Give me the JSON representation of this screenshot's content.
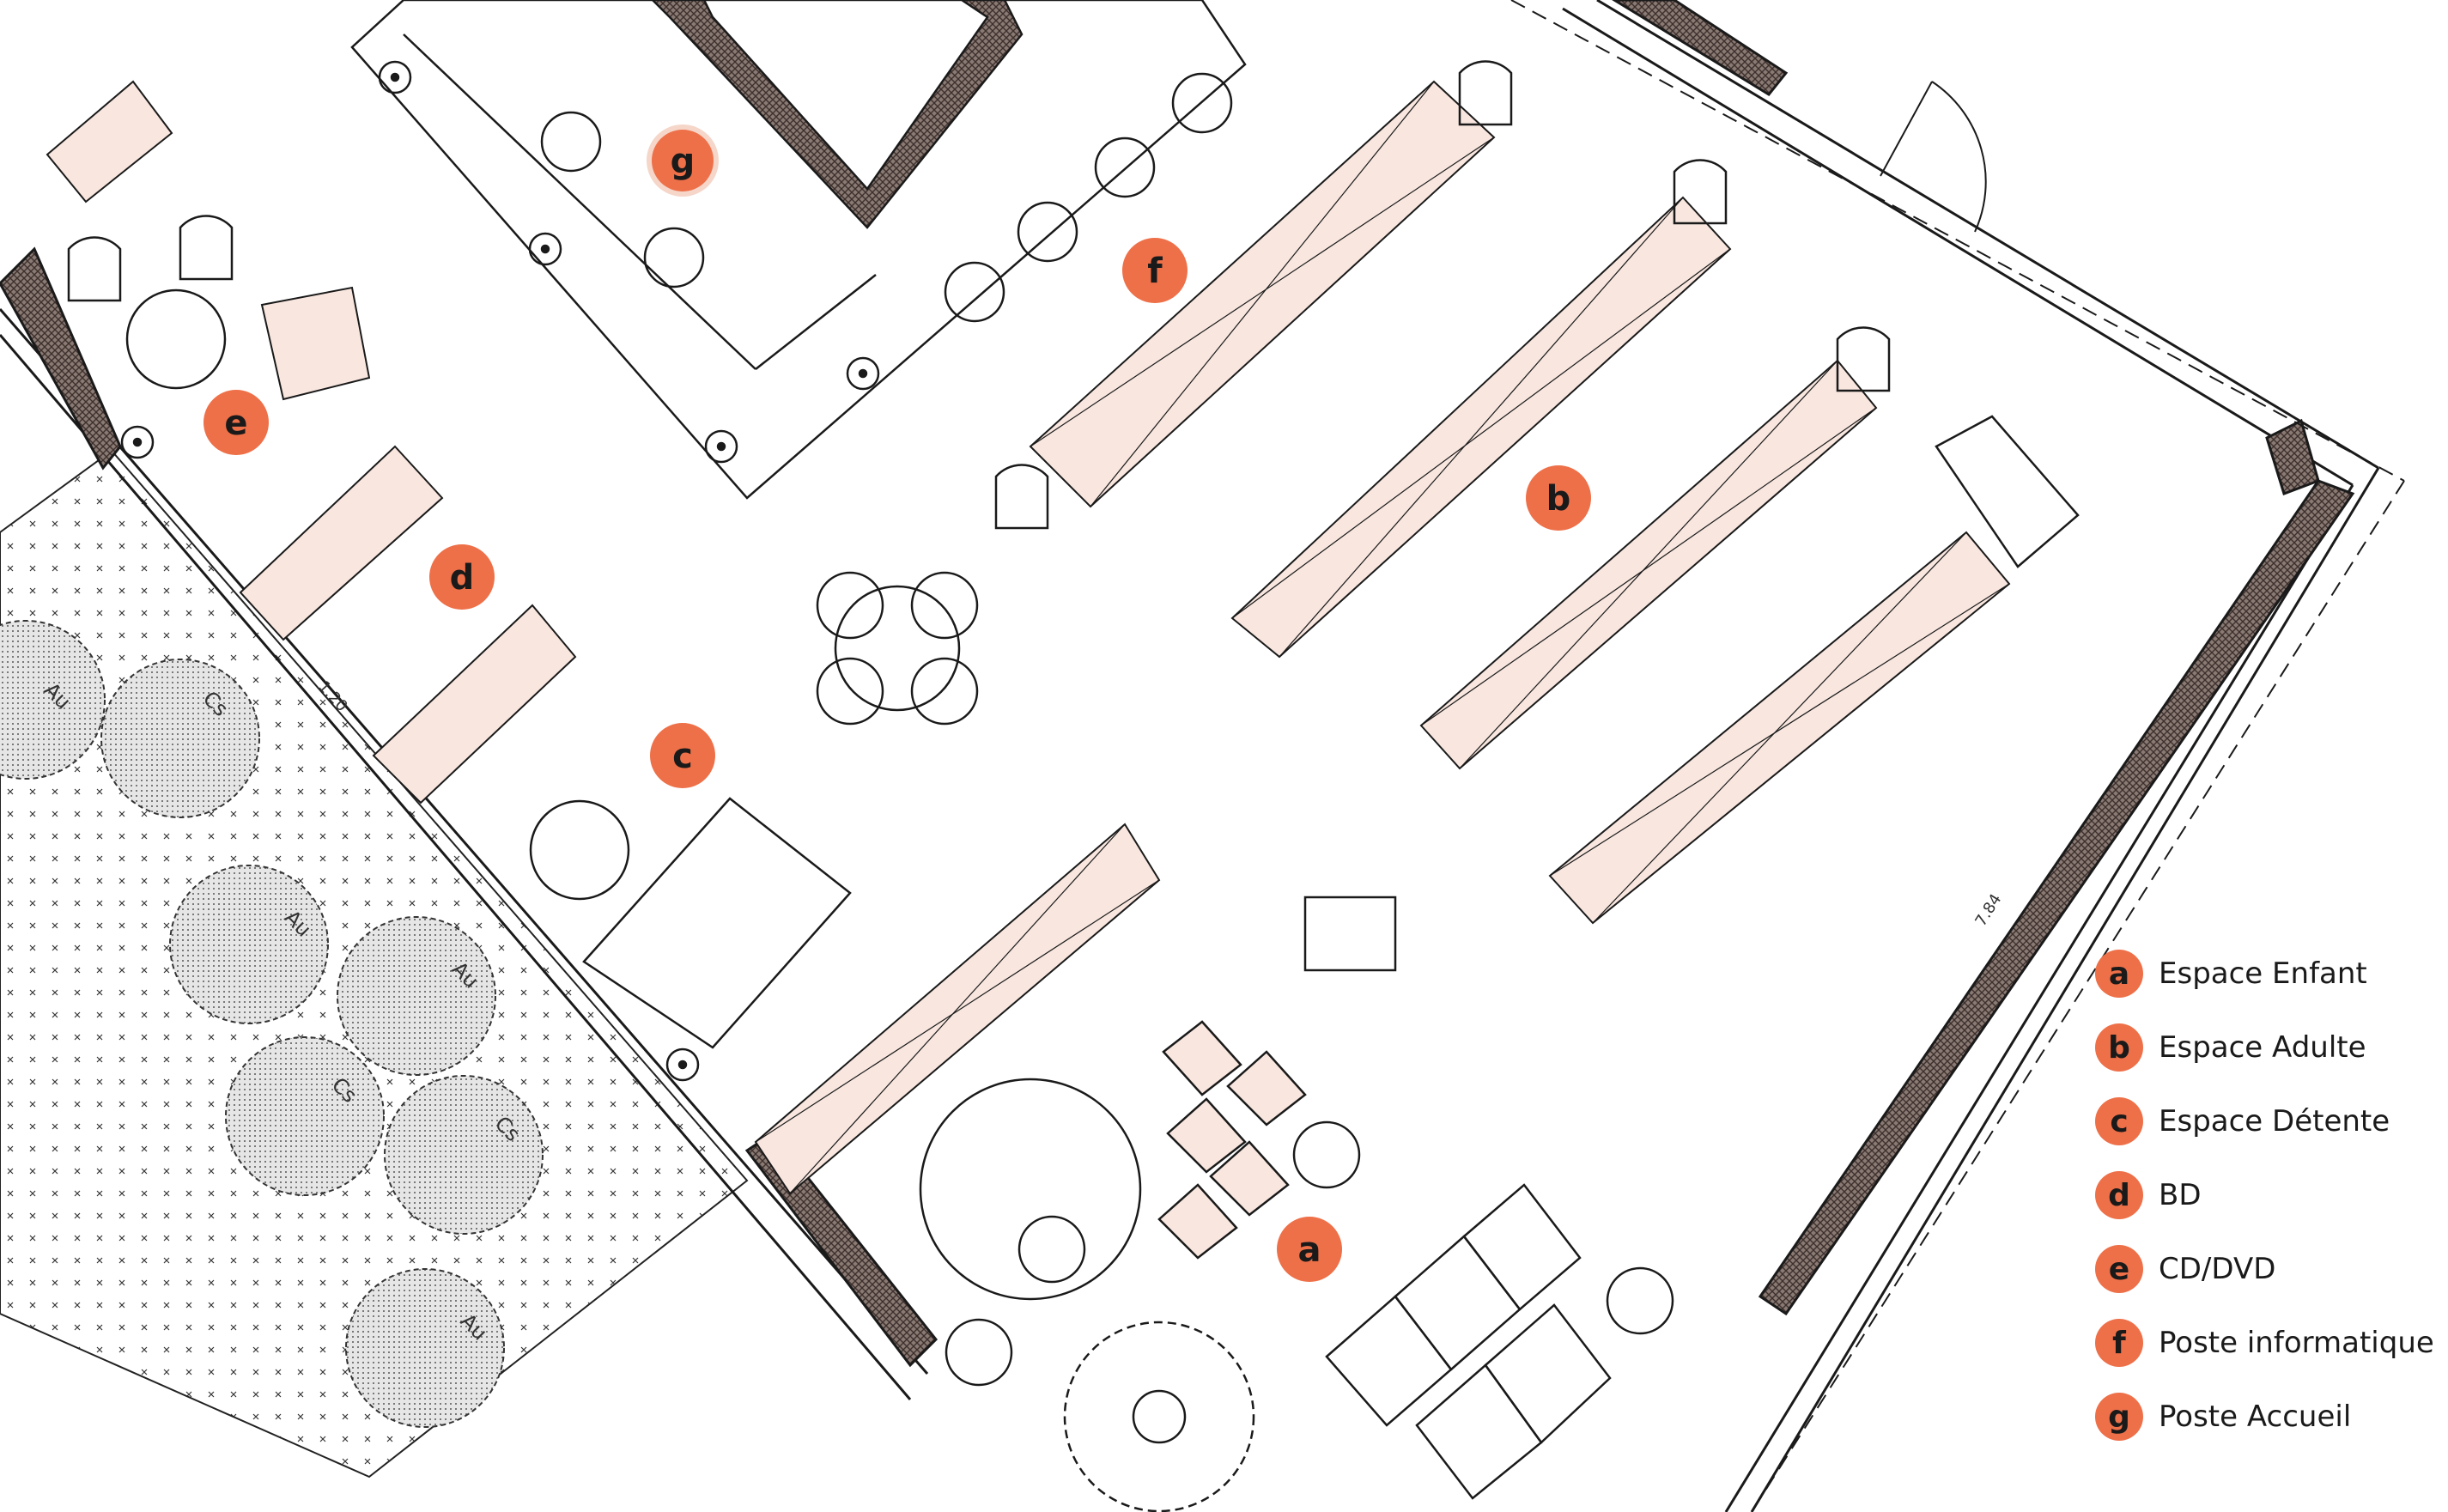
{
  "colors": {
    "accent": "#ee7049",
    "shelf_fill": "#f8e6df",
    "wall_hatch": "#6b5a55",
    "line": "#1a1a1a"
  },
  "zones": [
    {
      "letter": "a",
      "label": "Espace Enfant"
    },
    {
      "letter": "b",
      "label": "Espace Adulte"
    },
    {
      "letter": "c",
      "label": "Espace Détente"
    },
    {
      "letter": "d",
      "label": "BD"
    },
    {
      "letter": "e",
      "label": "CD/DVD"
    },
    {
      "letter": "f",
      "label": "Poste informatique"
    },
    {
      "letter": "g",
      "label": "Poste Accueil"
    }
  ],
  "tree_labels": [
    "Au",
    "Cs",
    "Au",
    "Au",
    "Cs",
    "Cs",
    "Au"
  ],
  "dimension_labels": [
    "1.20",
    "7.84"
  ]
}
